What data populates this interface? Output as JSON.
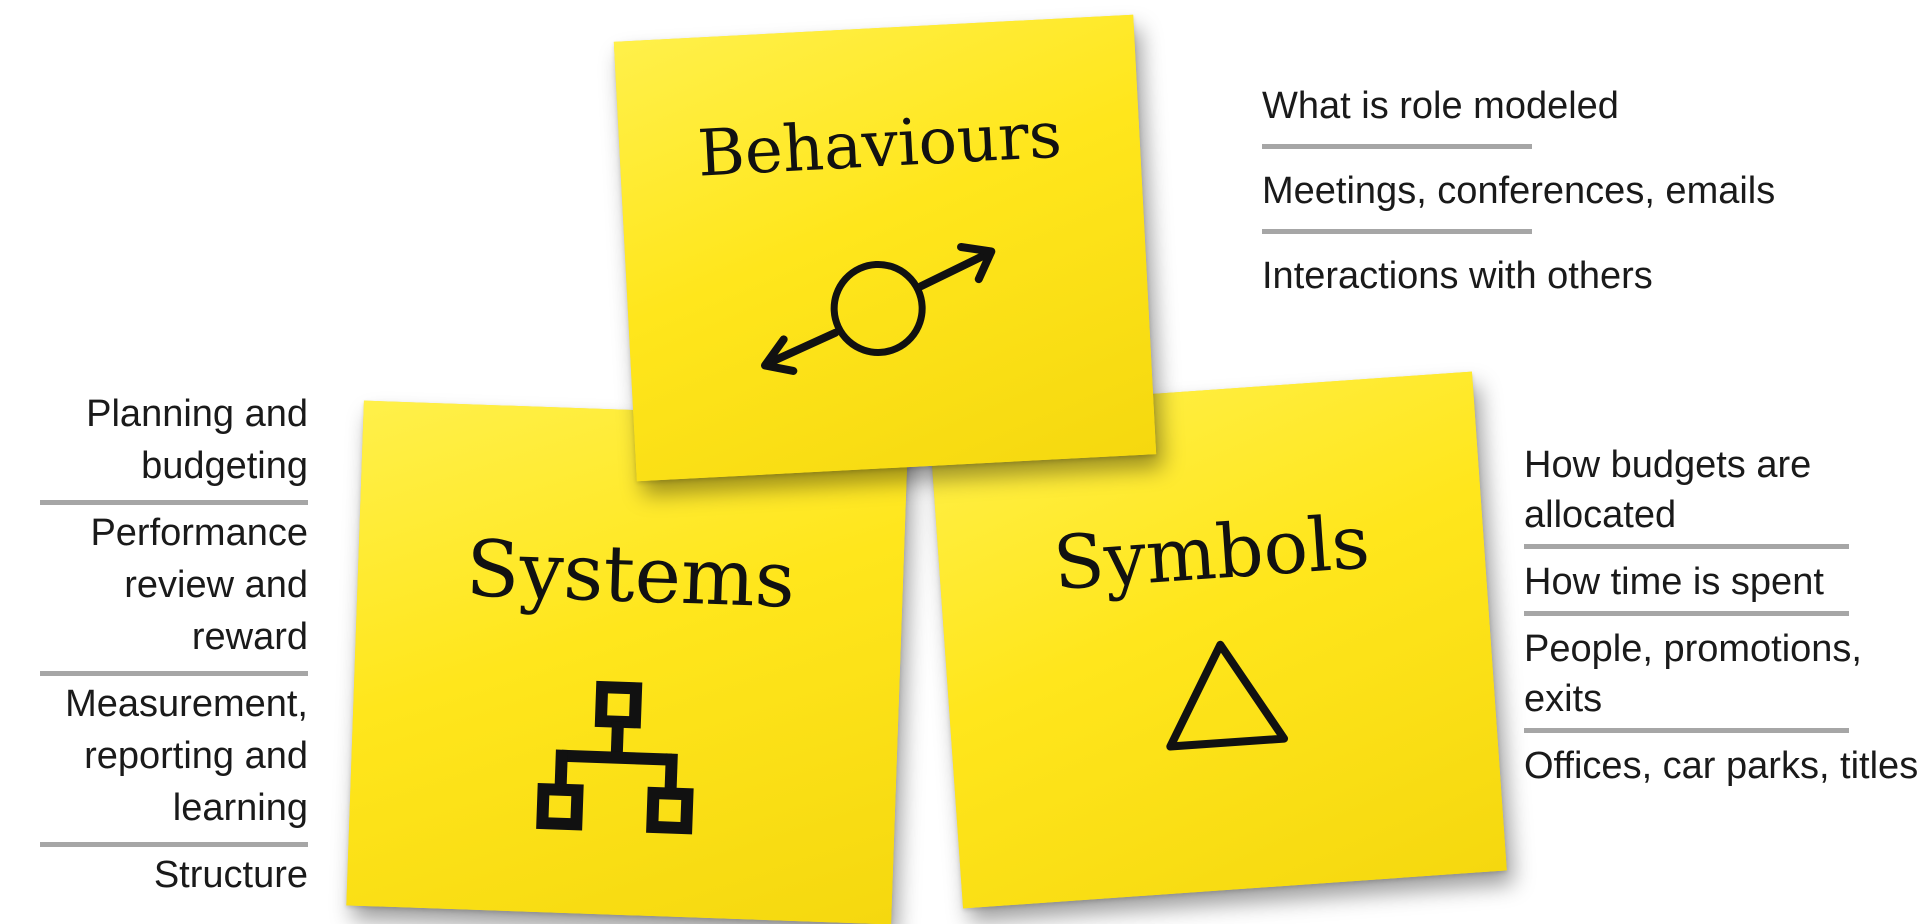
{
  "notes": {
    "behaviours": {
      "title": "Behaviours",
      "icon": "circle-with-arrows-icon"
    },
    "systems": {
      "title": "Systems",
      "icon": "hierarchy-icon"
    },
    "symbols": {
      "title": "Symbols",
      "icon": "triangle-icon"
    }
  },
  "behaviours_list": [
    "What is role modeled",
    "Meetings, conferences, emails",
    "Interactions with others"
  ],
  "systems_list": [
    "Planning and budgeting",
    "Performance review and reward",
    "Measurement, reporting and learning",
    "Structure"
  ],
  "symbols_list": [
    "How budgets are allocated",
    "How time is spent",
    "People, promotions, exits",
    "Offices, car parks, titles"
  ],
  "colors": {
    "note_yellow": "#ffe81a",
    "divider_gray": "#a6a6a6",
    "text": "#1a1a1a"
  }
}
